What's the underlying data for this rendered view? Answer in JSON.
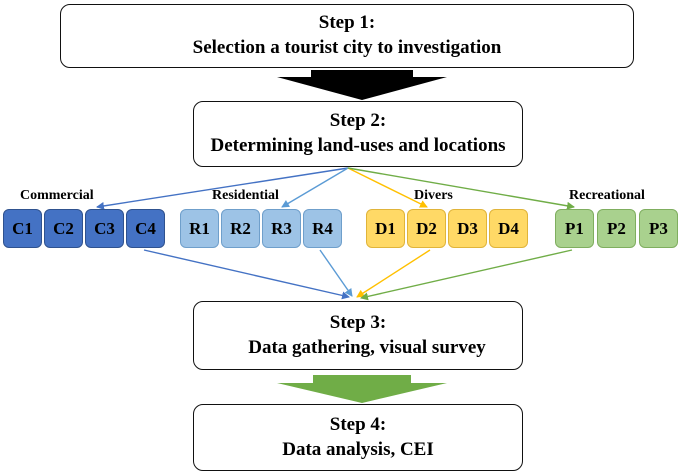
{
  "steps": [
    {
      "title": "Step 1:",
      "desc": "Selection a tourist city to investigation"
    },
    {
      "title": "Step 2:",
      "desc": "Determining land-uses and locations"
    },
    {
      "title": "Step 3:",
      "desc": "Data gathering, visual survey"
    },
    {
      "title": "Step 4:",
      "desc": "Data analysis, CEI"
    }
  ],
  "groups": [
    {
      "label": "Commercial",
      "color": "#4472c4",
      "items": [
        "C1",
        "C2",
        "C3",
        "C4"
      ]
    },
    {
      "label": "Residential",
      "color": "#9dc3e6",
      "items": [
        "R1",
        "R2",
        "R3",
        "R4"
      ]
    },
    {
      "label": "Divers",
      "color": "#ffd966",
      "items": [
        "D1",
        "D2",
        "D3",
        "D4"
      ]
    },
    {
      "label": "Recreational",
      "color": "#a9d18e",
      "items": [
        "P1",
        "P2",
        "P3"
      ]
    }
  ],
  "arrow_colors": {
    "commercial": "#4472c4",
    "residential": "#5b9bd5",
    "divers": "#ffc000",
    "recreational": "#70ad47",
    "big_arrow_black": "#000000",
    "big_arrow_green": "#70ad47"
  }
}
